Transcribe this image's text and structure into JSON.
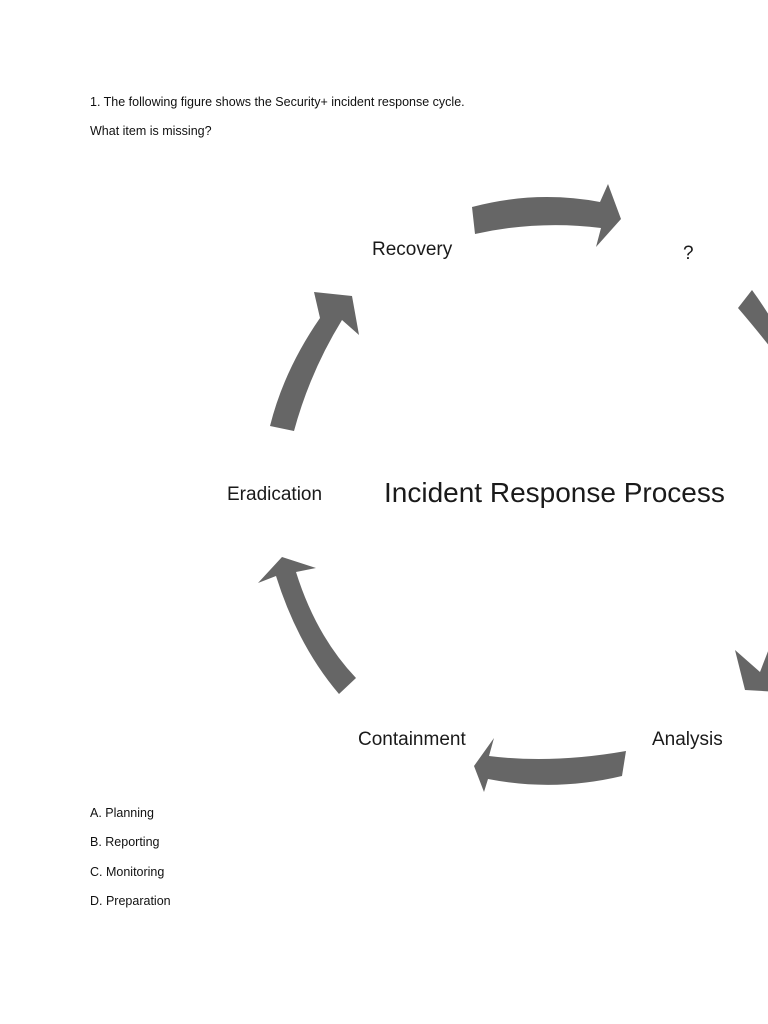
{
  "question": {
    "line1": "1. The following figure shows the Security+ incident response cycle.",
    "line2": "What item is missing?"
  },
  "figure": {
    "title": "Incident Response Process",
    "stages": {
      "top_right": "?",
      "bottom_right": "Analysis",
      "bottom_left": "Containment",
      "left": "Eradication",
      "top_left": "Recovery"
    },
    "arrow_color": "#666666"
  },
  "options": [
    {
      "label": "A. Planning"
    },
    {
      "label": "B. Reporting"
    },
    {
      "label": "C. Monitoring"
    },
    {
      "label": "D. Preparation"
    }
  ]
}
